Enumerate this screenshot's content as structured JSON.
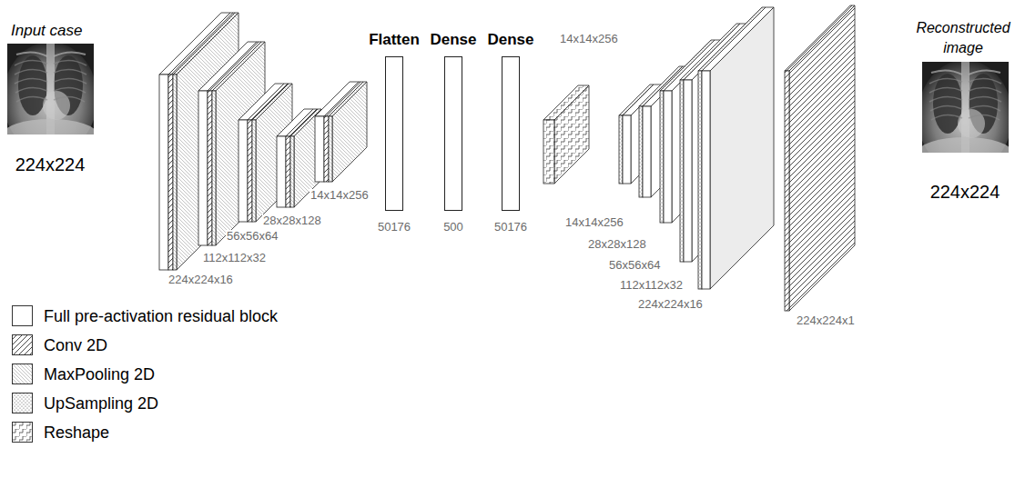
{
  "diagram": {
    "nodes": [
      {
        "text": [
          "Flatten",
          "50176"
        ]
      },
      {
        "text": [
          "Dense",
          "500"
        ]
      },
      {
        "text": [
          "Dense",
          "50176"
        ]
      }
    ],
    "labels": [
      "Input case",
      "224x224",
      "224x224x16",
      "112x112x32",
      "56x56x64",
      "28x28x128",
      "14x14x256",
      "14x14x256",
      "14x14x256",
      "28x28x128",
      "56x56x64",
      "112x112x32",
      "224x224x16",
      "224x224x1",
      "Reconstructed image",
      "224x224"
    ],
    "legend": [
      {
        "text": "Full pre-activation residual block"
      },
      {
        "text": "Conv 2D"
      },
      {
        "text": "MaxPooling 2D"
      },
      {
        "text": "UpSampling 2D"
      },
      {
        "text": "Reshape"
      }
    ]
  }
}
